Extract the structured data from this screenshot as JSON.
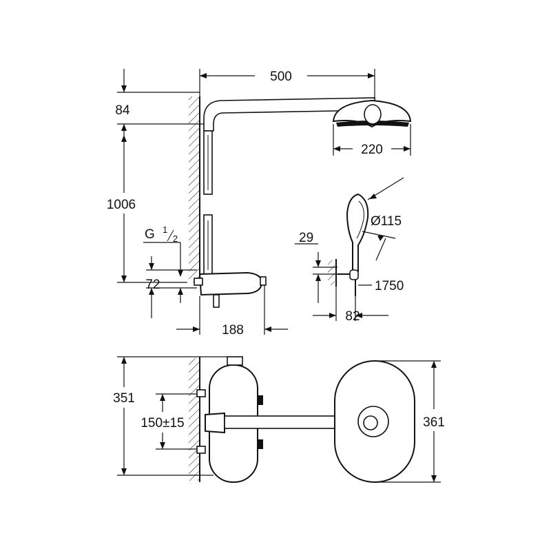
{
  "dimensions": {
    "arm_length": "500",
    "arm_height": "84",
    "column_height": "1006",
    "thread_g": "G",
    "thread_num": "1",
    "thread_den": "2",
    "inlet_offset": "72",
    "thermostat_depth": "188",
    "head_diameter": "220",
    "hand_diameter": "Ø115",
    "holder_offset": "29",
    "hose_length": "1750",
    "holder_depth": "82",
    "thermostat_height": "351",
    "inlet_spacing": "150±15",
    "head_height": "361"
  },
  "colors": {
    "line": "#111111",
    "background": "#ffffff"
  }
}
